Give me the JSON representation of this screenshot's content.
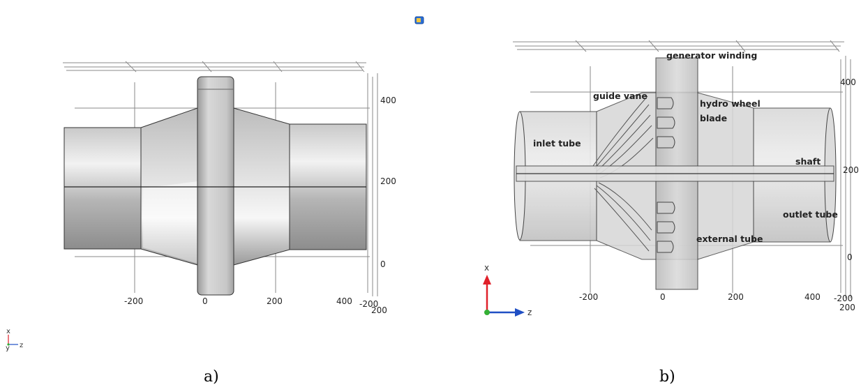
{
  "panel_a": {
    "caption": "a)",
    "ticks_bottom": [
      "-200",
      "0",
      "200",
      "400",
      "-200",
      "200"
    ],
    "ticks_right": [
      "400",
      "200",
      "0"
    ],
    "triad": {
      "x": "x",
      "y": "y",
      "z": "z"
    }
  },
  "panel_b": {
    "caption": "b)",
    "labels": {
      "generator_winding": "generator winding",
      "guide_vane": "guide vane",
      "hydro_wheel_blade_line1": "hydro wheel",
      "hydro_wheel_blade_line2": "blade",
      "inlet_tube": "inlet tube",
      "shaft": "shaft",
      "outlet_tube": "outlet tube",
      "external_tube": "external tube"
    },
    "ticks_bottom": [
      "-200",
      "0",
      "200",
      "400",
      "-200",
      "200"
    ],
    "ticks_right": [
      "400",
      "200",
      "0"
    ],
    "triad": {
      "x": "x",
      "z": "z"
    }
  },
  "toolbar_icon": "screen-icon",
  "colors": {
    "metal_light": "#e4e4e4",
    "metal_mid": "#bdbdbd",
    "metal_dark": "#8e8e8e",
    "axis_x": "#e0202a",
    "axis_z": "#1f4fc4",
    "axis_y": "#35b035"
  }
}
